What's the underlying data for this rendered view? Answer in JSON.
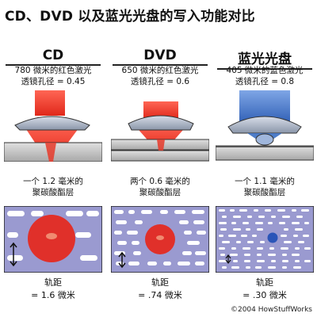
{
  "page": {
    "title": "CD、DVD 以及蓝光光盘的写入功能对比",
    "copyright": "©2004 HowStuffWorks"
  },
  "colors": {
    "red_laser": "#ec2d1e",
    "blue_laser": "#3b6fc2",
    "lens": "#a9b4c6",
    "disc_gray": "#bdbdbd",
    "track_bg": "#9a9ad0",
    "pit_white": "#ffffff",
    "spot_red": "#e0302a",
    "spot_blue": "#2a55b8"
  },
  "columns": [
    {
      "name": "CD",
      "spec_line1": "780 微米的红色激光",
      "spec_line2": "透镜孔径 = 0.45",
      "layer_line1": "一个 1.2 毫米的",
      "layer_line2": "聚碳酸酯层",
      "pitch_label": "轨距",
      "pitch_value": "= 1.6 微米"
    },
    {
      "name": "DVD",
      "spec_line1": "650 微米的红色激光",
      "spec_line2": "透镜孔径 = 0.6",
      "layer_line1": "两个 0.6 毫米的",
      "layer_line2": "聚碳酸酯层",
      "pitch_label": "轨距",
      "pitch_value": "= .74 微米"
    },
    {
      "name": "蓝光光盘",
      "spec_line1": "405 微米的蓝色激光",
      "spec_line2": "透镜孔径 = 0.8",
      "layer_line1": "一个 1.1 毫米的",
      "layer_line2": "聚碳酸酯层",
      "pitch_label": "轨距",
      "pitch_value": "= .30 微米"
    }
  ]
}
